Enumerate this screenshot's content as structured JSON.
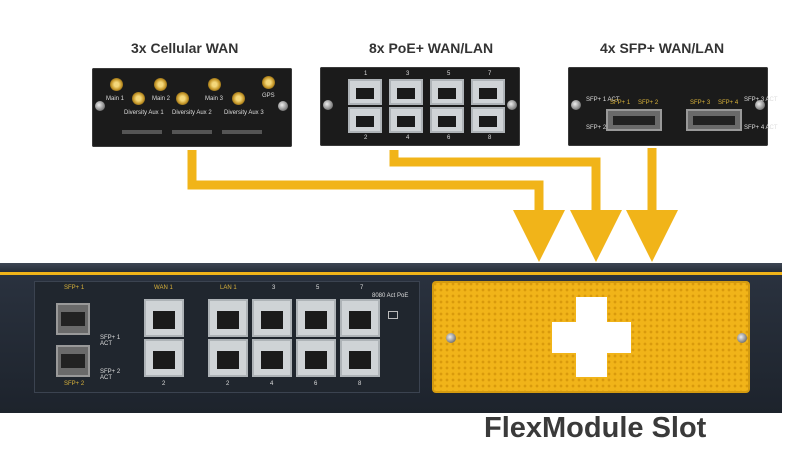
{
  "labels": {
    "cellular": "3x Cellular WAN",
    "poe": "8x PoE+ WAN/LAN",
    "sfp": "4x SFP+ WAN/LAN",
    "slot": "FlexModule Slot"
  },
  "cellular_module": {
    "antennas": [
      "Main 1",
      "Diversity Aux 1",
      "Main 2",
      "Diversity Aux 2",
      "Main 3",
      "Diversity Aux 3",
      "GPS"
    ]
  },
  "poe_module": {
    "top_numbers": [
      "1",
      "3",
      "5",
      "7"
    ],
    "bottom_numbers": [
      "2",
      "4",
      "6",
      "8"
    ]
  },
  "sfp_module": {
    "left_act_1": "SFP+ 1 ACT",
    "left_act_2": "SFP+ 2 ACT",
    "right_act_3": "SFP+ 3 ACT",
    "right_act_4": "SFP+ 4 ACT",
    "cages": [
      "SFP+ 1",
      "SFP+ 2",
      "SFP+ 3",
      "SFP+ 4"
    ]
  },
  "chassis": {
    "sfp_top": "SFP+ 1",
    "sfp_bottom": "SFP+ 2",
    "wan": "WAN 1",
    "wan_bottom": "2",
    "lan": "LAN 1",
    "lan_top": [
      "3",
      "5",
      "7"
    ],
    "lan_bottom": [
      "2",
      "4",
      "6",
      "8"
    ],
    "act_1": "SFP+ 1 ACT",
    "act_2": "SFP+ 2 ACT",
    "poe_note": "8080 Act PoE"
  },
  "colors": {
    "accent": "#f1b419",
    "chassis": "#232a33",
    "module": "#1b1b1b"
  }
}
